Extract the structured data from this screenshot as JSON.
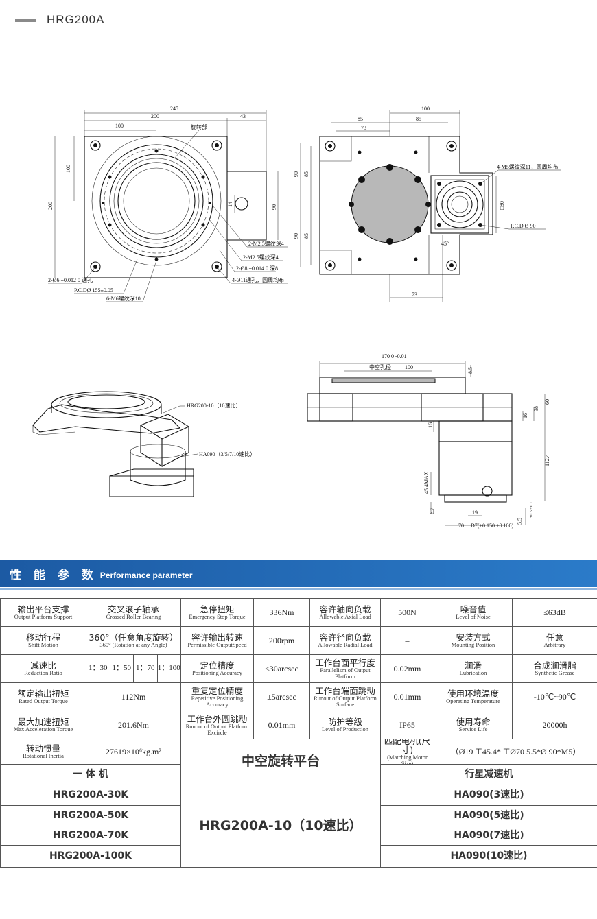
{
  "header": {
    "title": "HRG200A"
  },
  "drawing": {
    "top_left": {
      "dims": [
        "245",
        "200",
        "43",
        "100",
        "100",
        "200",
        "90",
        "14",
        "旋转部"
      ],
      "notes": [
        "2-M2.5螺纹深4",
        "2-M2.5螺纹深4",
        "2-Ø8 +0.014 0 深8",
        "4-Ø11通孔，圆周均布",
        "2-Ø6 +0.012 0 通孔",
        "P.C.DØ 155±0.05",
        "6-M6螺纹深10"
      ]
    },
    "top_right": {
      "dims": [
        "100",
        "85",
        "85",
        "73",
        "90",
        "85",
        "90",
        "85",
        "73",
        "□80",
        "45°"
      ],
      "notes": [
        "4-M5螺纹深11，圆周均布",
        "P.C.D Ø 90"
      ]
    },
    "bottom_left": {
      "notes": [
        "HRG200-10（10速比）",
        "HA090（3/5/7/10速比）"
      ]
    },
    "bottom_right": {
      "dims": [
        "170 0 -0.01",
        "中空孔径",
        "100",
        "8.5",
        "60",
        "38",
        "16",
        "16",
        "112.4",
        "45.4MAX",
        "6.7",
        "19",
        "70",
        "D7(+0.150 +0.100)",
        "5.5",
        "+0.5 +0.1"
      ]
    }
  },
  "perf": {
    "title_zh": "性 能 参 数",
    "title_en": "Performance parameter"
  },
  "spec": {
    "r1": [
      {
        "zh": "输出平台支撑",
        "en": "Output Platform Support"
      },
      {
        "zh": "交叉滚子轴承",
        "en": "Crossed Roller Bearing"
      },
      {
        "zh": "急停扭矩",
        "en": "Emergency Stop Torque"
      },
      {
        "val": "336Nm"
      },
      {
        "zh": "容许轴向负载",
        "en": "Allowable Axial Load"
      },
      {
        "val": "500N"
      },
      {
        "zh": "噪音值",
        "en": "Level of Noise"
      },
      {
        "val": "≤63dB"
      }
    ],
    "r2": [
      {
        "zh": "移动行程",
        "en": "Shift Motion"
      },
      {
        "zh": "360°（任意角度旋转）",
        "en": "360°  (Rotation at any Angle)"
      },
      {
        "zh": "容许输出转速",
        "en": "Permissible OutputSpeed"
      },
      {
        "val": "200rpm"
      },
      {
        "zh": "容许径向负载",
        "en": "Allowable Radial Load"
      },
      {
        "val": "–"
      },
      {
        "zh": "安装方式",
        "en": "Mounting Position"
      },
      {
        "zh": "任意",
        "en": "Arbitrary"
      }
    ],
    "r3": [
      {
        "zh": "减速比",
        "en": "Reduction Ratio"
      },
      {
        "ratios": [
          "1：30",
          "1：50",
          "1：70",
          "1：100"
        ]
      },
      {
        "zh": "定位精度",
        "en": "Positioning Accuracy"
      },
      {
        "val": "≤30arcsec"
      },
      {
        "zh": "工作台面平行度",
        "en": "Parallelism of Output Platform"
      },
      {
        "val": "0.02mm"
      },
      {
        "zh": "润滑",
        "en": "Lubrication"
      },
      {
        "zh": "合成润滑脂",
        "en": "Synthetic Grease"
      }
    ],
    "r4": [
      {
        "zh": "额定输出扭矩",
        "en": "Rated Output Torque"
      },
      {
        "val": "112Nm"
      },
      {
        "zh": "重复定位精度",
        "en": "Repetitive Positioning Accuracy"
      },
      {
        "val": "±5arcsec"
      },
      {
        "zh": "工作台端面跳动",
        "en": "Runout of Output Platform Surface"
      },
      {
        "val": "0.01mm"
      },
      {
        "zh": "使用环境温度",
        "en": "Operating Temperature"
      },
      {
        "val": "-10℃~90℃"
      }
    ],
    "r5": [
      {
        "zh": "最大加速扭矩",
        "en": "Max Acceleration Torque"
      },
      {
        "val": "201.6Nm"
      },
      {
        "zh": "工作台外圆跳动",
        "en": "Runout of Output Platform Excircle"
      },
      {
        "val": "0.01mm"
      },
      {
        "zh": "防护等级",
        "en": "Level of Production"
      },
      {
        "val": "IP65"
      },
      {
        "zh": "使用寿命",
        "en": "Service Life"
      },
      {
        "val": "20000h"
      }
    ],
    "r6": [
      {
        "zh": "转动惯量",
        "en": "Rotational Inertia"
      },
      {
        "val": "27619×10⁶kg.m²"
      },
      {
        "zh": "中空旋转平台"
      },
      {
        "zh": "匹配电机(尺寸)",
        "en": "(Matching Motor Size)"
      },
      {
        "val": "（Ø19 ⊤45.4* ⊤Ø70 5.5*Ø 90*M5）"
      }
    ],
    "left_head": "一 体 机",
    "right_head": "行星减速机",
    "center_model": "HRG200A-10（10速比）",
    "left_models": [
      "HRG200A-30K",
      "HRG200A-50K",
      "HRG200A-70K",
      "HRG200A-100K"
    ],
    "right_models": [
      "HA090(3速比)",
      "HA090(5速比)",
      "HA090(7速比)",
      "HA090(10速比)"
    ]
  }
}
